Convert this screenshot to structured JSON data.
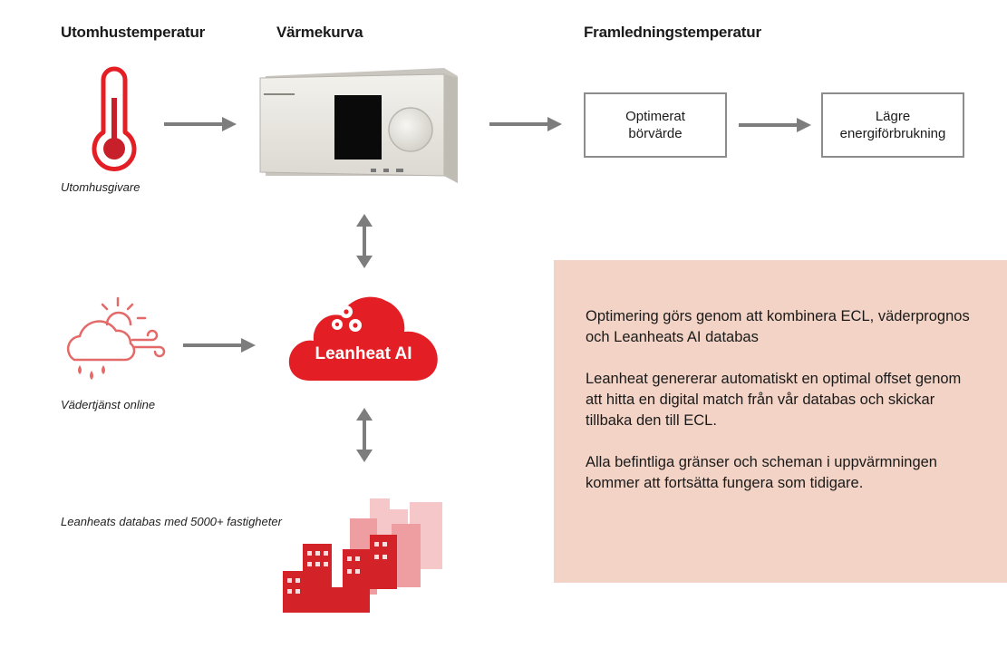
{
  "headings": {
    "outdoor_temp": "Utomhustemperatur",
    "heat_curve": "Värmekurva",
    "supply_temp": "Framledningstemperatur"
  },
  "captions": {
    "outdoor_sensor": "Utomhusgivare",
    "weather_service": "Vädertjänst online",
    "database": "Leanheats databas med 5000+ fastigheter"
  },
  "boxes": {
    "optimized_setpoint": "Optimerat\nbörvärde",
    "lower_energy": "Lägre\nenergiförbrukning"
  },
  "cloud_label": "Leanheat AI",
  "info_panel": {
    "paragraphs": [
      "Optimering görs genom att kombinera ECL, väderprognos och Leanheats AI databas",
      "Leanheat genererar automatiskt en optimal offset genom att hitta en digital match från vår databas och skickar tillbaka den till ECL.",
      "Alla befintliga gränser och scheman i uppvärmningen kommer att fortsätta fungera som tidigare."
    ]
  },
  "colors": {
    "brand_red": "#e31e24",
    "arrow_gray": "#7d7d7d",
    "panel_bg": "#f2d3c5"
  }
}
